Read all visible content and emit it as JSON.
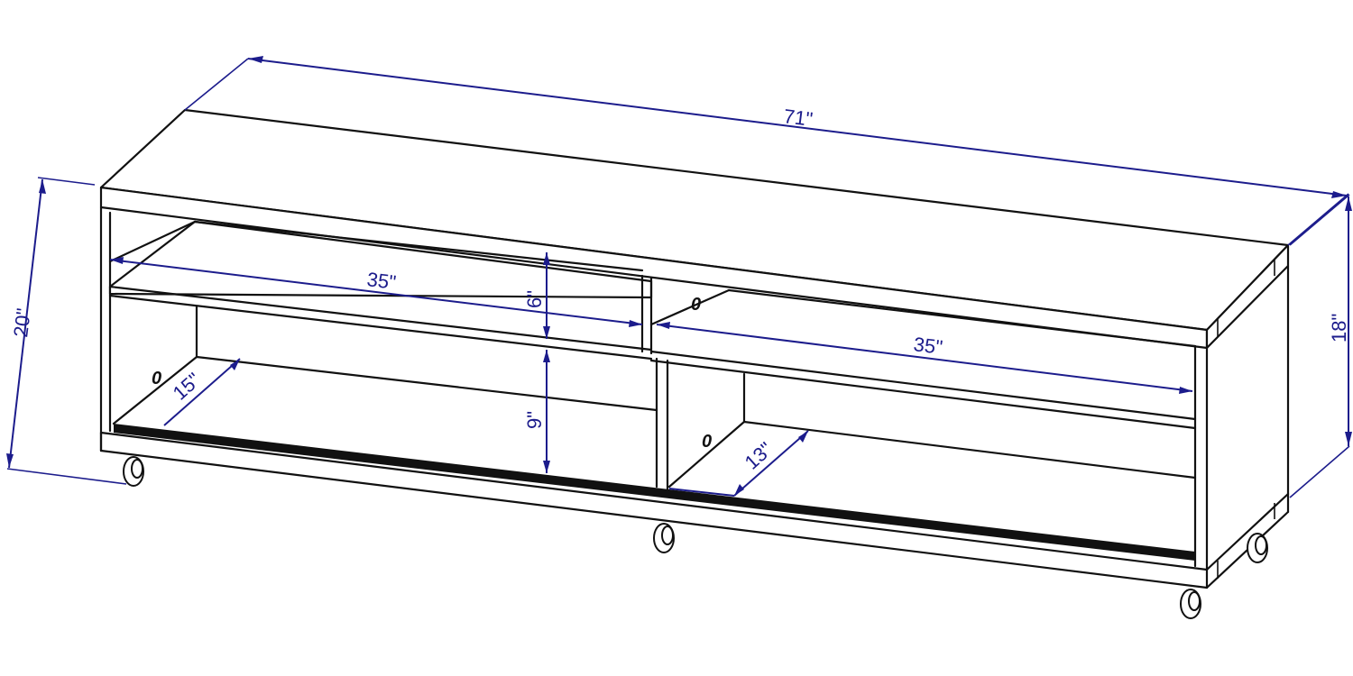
{
  "diagram": {
    "subject": "TV stand with casters - dimension drawing",
    "colors": {
      "line": "#111111",
      "dimension": "#1c1c8c",
      "background": "#ffffff"
    },
    "dimensions": {
      "overall_width": "71\"",
      "overall_height_left": "20\"",
      "overall_depth_right": "18\"",
      "upper_left_shelf_width": "35\"",
      "upper_shelf_height": "6\"",
      "lower_shelf_height": "9\"",
      "upper_right_shelf_width": "35\"",
      "lower_left_depth": "15\"",
      "lower_right_depth": "13\""
    },
    "markers": {
      "upper_right_mark": "0",
      "lower_left_mark": "0",
      "lower_right_mark": "0"
    },
    "casters_count": 4
  }
}
